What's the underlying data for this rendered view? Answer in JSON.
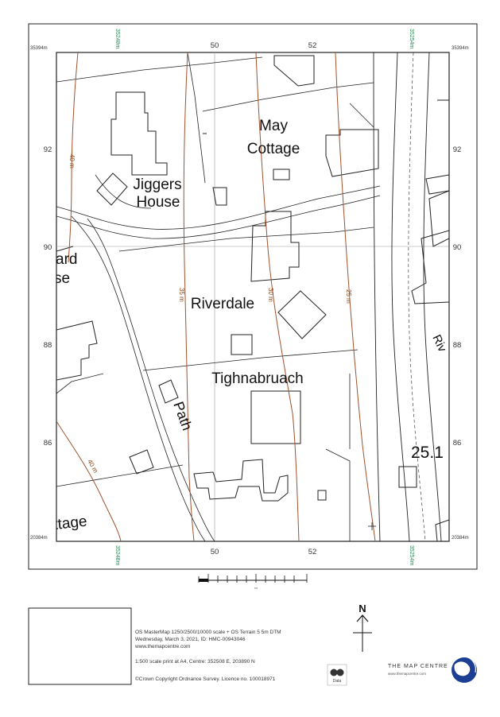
{
  "map": {
    "grid_top": [
      "50",
      "52"
    ],
    "grid_bottom": [
      "50",
      "52"
    ],
    "grid_left": [
      "92",
      "90",
      "88",
      "86"
    ],
    "grid_right": [
      "92",
      "90",
      "88",
      "86"
    ],
    "corner_tl": "35394m",
    "corner_tr": "35394m",
    "corner_bl": "20384m",
    "corner_br": "20384m",
    "easting_48_top": "35248m",
    "easting_54_top": "35254m",
    "easting_48_bottom": "35248m",
    "easting_54_bottom": "35254m",
    "contours": [
      "40 m",
      "35 m",
      "30 m",
      "25 m",
      "40 m"
    ],
    "labels": {
      "may_cottage_line1": "May",
      "may_cottage_line2": "Cottage",
      "jiggers_line1": "Jiggers",
      "jiggers_line2": "House",
      "ward_line1": "ard",
      "ward_line2": "se",
      "riverdale": "Riverdale",
      "tighnabruach": "Tighnabruach",
      "path": "Path",
      "river": "Riv",
      "height": "25.1",
      "cottage": "ttage"
    },
    "north": "N"
  },
  "scale_bar": {
    "label": "m"
  },
  "footer": {
    "line1": "OS MasterMap 1250/2500/10000 scale + OS Terrain 5 5m DTM",
    "line2": "Wednesday, March 3, 2021, ID: HMC-00943046",
    "line3": "www.themapcentre.com",
    "line4": "1:500 scale print at A4, Centre: 352508 E, 203890 N",
    "line5": "©Crown Copyright Ordnance Survey. Licence no. 100018971"
  },
  "logos": {
    "os_label": "Data",
    "map_centre_title": "THE MAP CENTRE",
    "map_centre_url": "www.themapcentre.com"
  },
  "colors": {
    "contour": "#a0522d",
    "contour_label": "#8b4513",
    "easting_label": "#2e8b57",
    "line": "#222222"
  }
}
